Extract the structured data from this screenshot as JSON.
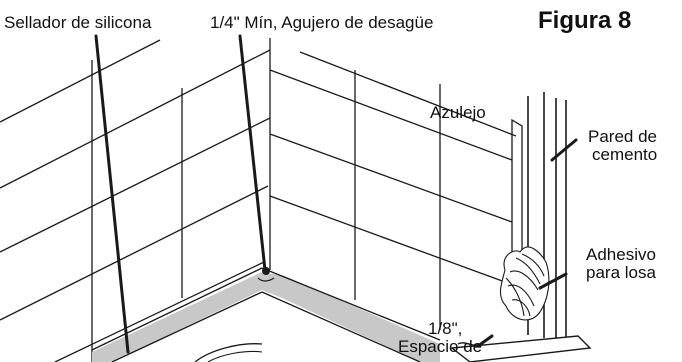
{
  "figure": {
    "title": "Figura 8",
    "labels": {
      "silicone_sealant": "Sellador de silicona",
      "drain_hole": "1/4\" Mín, Agujero de desagüe",
      "tile": "Azulejo",
      "cement_wall_line1": "Pared de",
      "cement_wall_line2": "cemento",
      "adhesive_line1": "Adhesivo",
      "adhesive_line2": "para losa",
      "gap_line1": "1/8\",",
      "gap_line2": "Espacio de"
    }
  },
  "colors": {
    "line": "#1a1a1a",
    "sealant": "#c8c8c8",
    "background": "#ffffff"
  }
}
